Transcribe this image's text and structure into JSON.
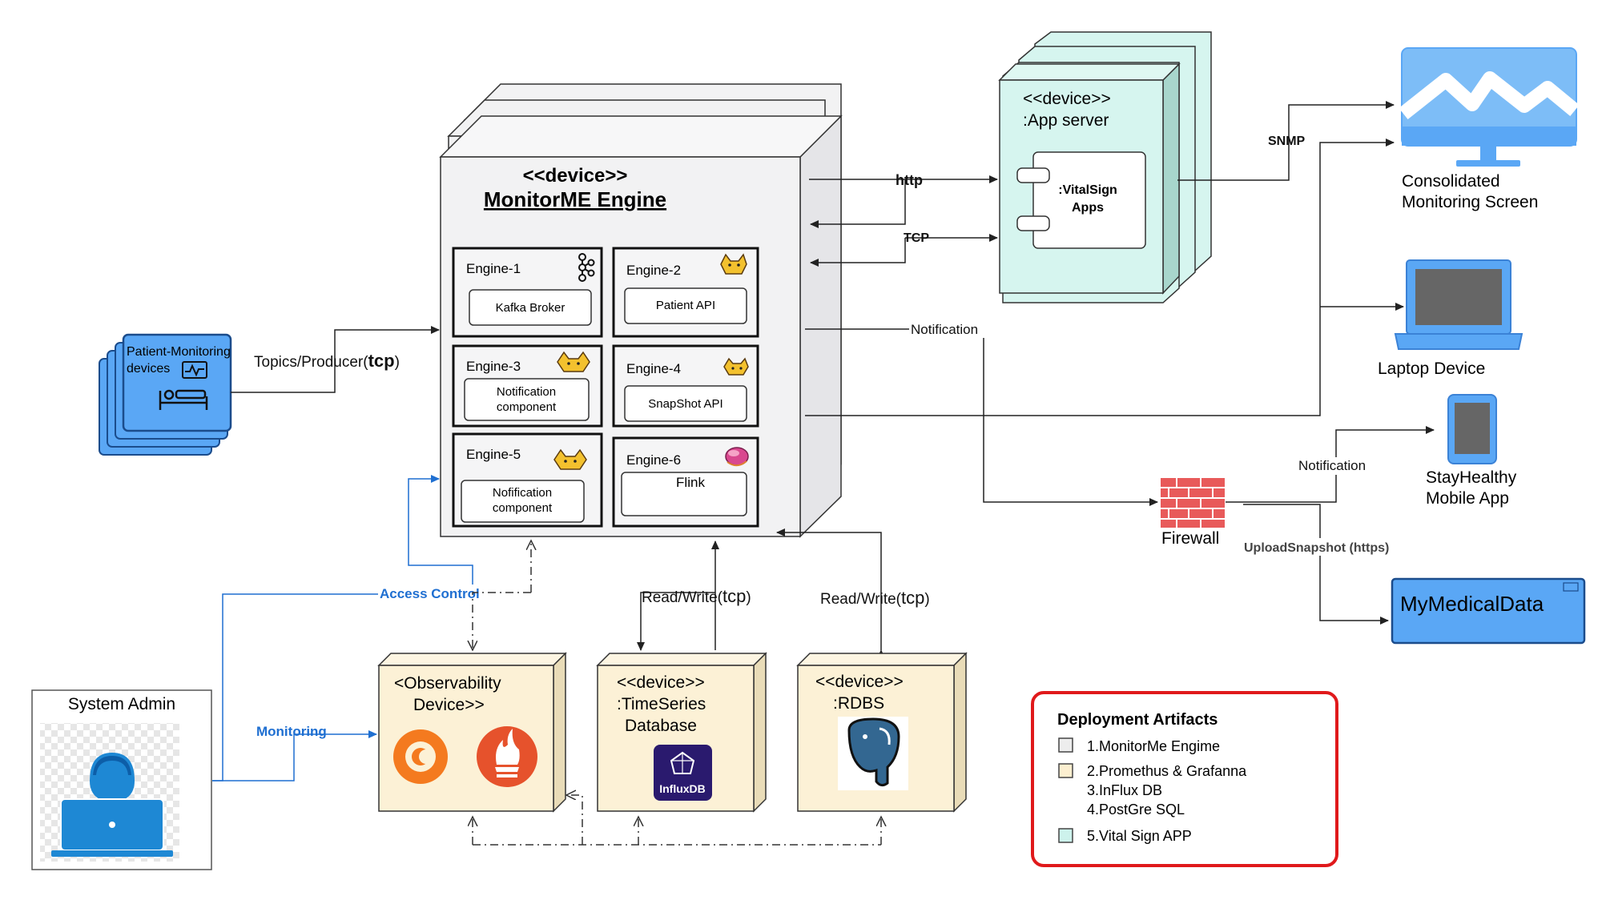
{
  "engine_node": {
    "stereotype": "<<device>>",
    "title": "MonitorME Engine",
    "engines": [
      {
        "label": "Engine-1",
        "component": "Kafka Broker",
        "icon": "kafka-icon"
      },
      {
        "label": "Engine-2",
        "component": "Patient API",
        "icon": "tomcat-icon"
      },
      {
        "label": "Engine-3",
        "component_line1": "Notification",
        "component_line2": "component",
        "icon": "tomcat-icon"
      },
      {
        "label": "Engine-4",
        "component": "SnapShot API",
        "icon": "tomcat-icon"
      },
      {
        "label": "Engine-5",
        "component_line1": "Nofification",
        "component_line2": "component",
        "icon": "tomcat-icon"
      },
      {
        "label": "Engine-6",
        "component": "Flink",
        "icon": "flink-icon"
      }
    ]
  },
  "app_server": {
    "stereotype": "<<device>>",
    "title": ":App server",
    "component_line1": ":VitalSign",
    "component_line2": "Apps"
  },
  "devices": {
    "label_line1": "Patient-Monitoring",
    "label_line2": "devices"
  },
  "connections": {
    "topics_prefix": "Topics/Producer(",
    "topics_tcp": "tcp",
    "topics_suffix": ")",
    "http": "http",
    "tcp": "TCP",
    "notification": "Notification",
    "snmp": "SNMP",
    "notification2": "Notification",
    "upload_snapshot": "UploadSnapshot (https)",
    "access_control": "Access Control",
    "monitoring": "Monitoring",
    "rw1_prefix": "Read/Write(",
    "rw1_tcp": "tcp",
    "rw1_suffix": ")",
    "rw2_prefix": "Read/Write(",
    "rw2_tcp": "tcp",
    "rw2_suffix": ")"
  },
  "clients": {
    "screen_line1": "Consolidated",
    "screen_line2": "Monitoring Screen",
    "laptop": "Laptop Device",
    "mobile_line1": "StayHealthy",
    "mobile_line2": "Mobile App",
    "firewall": "Firewall",
    "medical": "MyMedicalData"
  },
  "bottom_nodes": {
    "observability_line1": "<Observability",
    "observability_line2": "Device>>",
    "timeseries_line1": "<<device>>",
    "timeseries_line2": ":TimeSeries",
    "timeseries_line3": "Database",
    "influx_logo": "InfluxDB",
    "rdbs_line1": "<<device>>",
    "rdbs_line2": ":RDBS"
  },
  "admin": {
    "title": "System Admin"
  },
  "legend": {
    "title": "Deployment Artifacts",
    "items": [
      {
        "text": "1.MonitorMe Engime",
        "color": "#ededed"
      },
      {
        "text": "2.Promethus & Grafanna",
        "color": "#fcefd0"
      },
      {
        "text": "3.InFlux DB",
        "color": null
      },
      {
        "text": "4.PostGre SQL",
        "color": null
      },
      {
        "text": "5.Vital Sign APP",
        "color": "#cdf2ec"
      }
    ]
  },
  "colors": {
    "engine_fill": "#f2f2f3",
    "appserver_fill": "#d6f5ef",
    "appserver_side": "#a8d6cc",
    "db_fill": "#fcf1d6",
    "device_blue": "#5aa7f5",
    "device_stroke": "#1b4c8c",
    "access_blue": "#1f6fd1",
    "legend_red": "#e0191b",
    "firewall_red": "#e85a5a"
  }
}
